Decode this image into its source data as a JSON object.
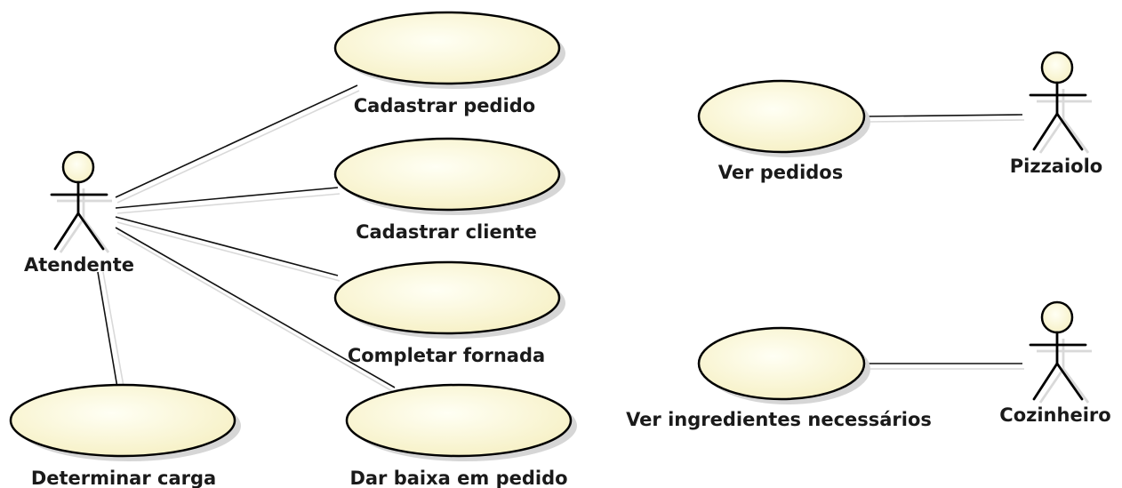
{
  "diagram": {
    "actors": [
      {
        "id": "atendente",
        "label": "Atendente"
      },
      {
        "id": "pizzaiolo",
        "label": "Pizzaiolo"
      },
      {
        "id": "cozinheiro",
        "label": "Cozinheiro"
      }
    ],
    "use_cases": [
      {
        "id": "cadastrar-pedido",
        "label": "Cadastrar pedido"
      },
      {
        "id": "cadastrar-cliente",
        "label": "Cadastrar cliente"
      },
      {
        "id": "completar-fornada",
        "label": "Completar fornada"
      },
      {
        "id": "dar-baixa-em-pedido",
        "label": "Dar baixa em pedido"
      },
      {
        "id": "determinar-carga",
        "label": "Determinar carga"
      },
      {
        "id": "ver-pedidos",
        "label": "Ver pedidos"
      },
      {
        "id": "ver-ingredientes-necessarios",
        "label": "Ver ingredientes necessários"
      }
    ],
    "associations": [
      {
        "from": "atendente",
        "to": "cadastrar-pedido"
      },
      {
        "from": "atendente",
        "to": "cadastrar-cliente"
      },
      {
        "from": "atendente",
        "to": "completar-fornada"
      },
      {
        "from": "atendente",
        "to": "dar-baixa-em-pedido"
      },
      {
        "from": "atendente",
        "to": "determinar-carga"
      },
      {
        "from": "pizzaiolo",
        "to": "ver-pedidos"
      },
      {
        "from": "cozinheiro",
        "to": "ver-ingredientes-necessarios"
      }
    ],
    "colors": {
      "use_case_fill_light": "#fffff0",
      "use_case_fill_dark": "#f7f2c8",
      "outline": "#000000",
      "shadow": "#d6d6d6"
    }
  }
}
